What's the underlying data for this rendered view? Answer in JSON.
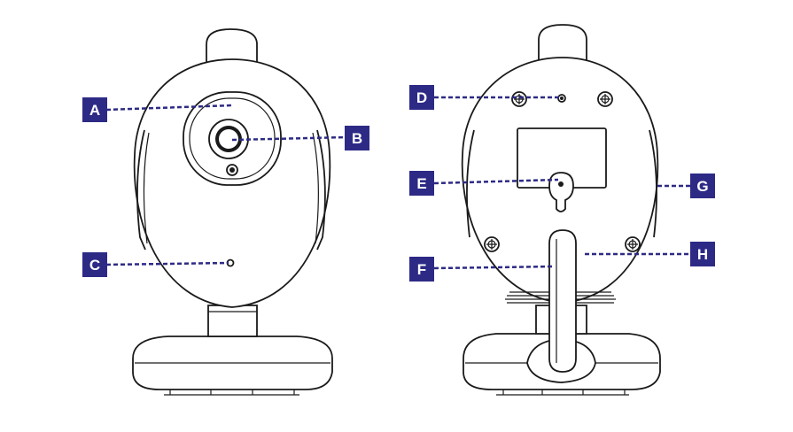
{
  "callouts": {
    "A": "A",
    "B": "B",
    "C": "C",
    "D": "D",
    "E": "E",
    "F": "F",
    "G": "G",
    "H": "H"
  },
  "colors": {
    "callout_fill": "#2d2a86",
    "callout_text": "#ffffff",
    "line_art": "#1a1a1a"
  }
}
